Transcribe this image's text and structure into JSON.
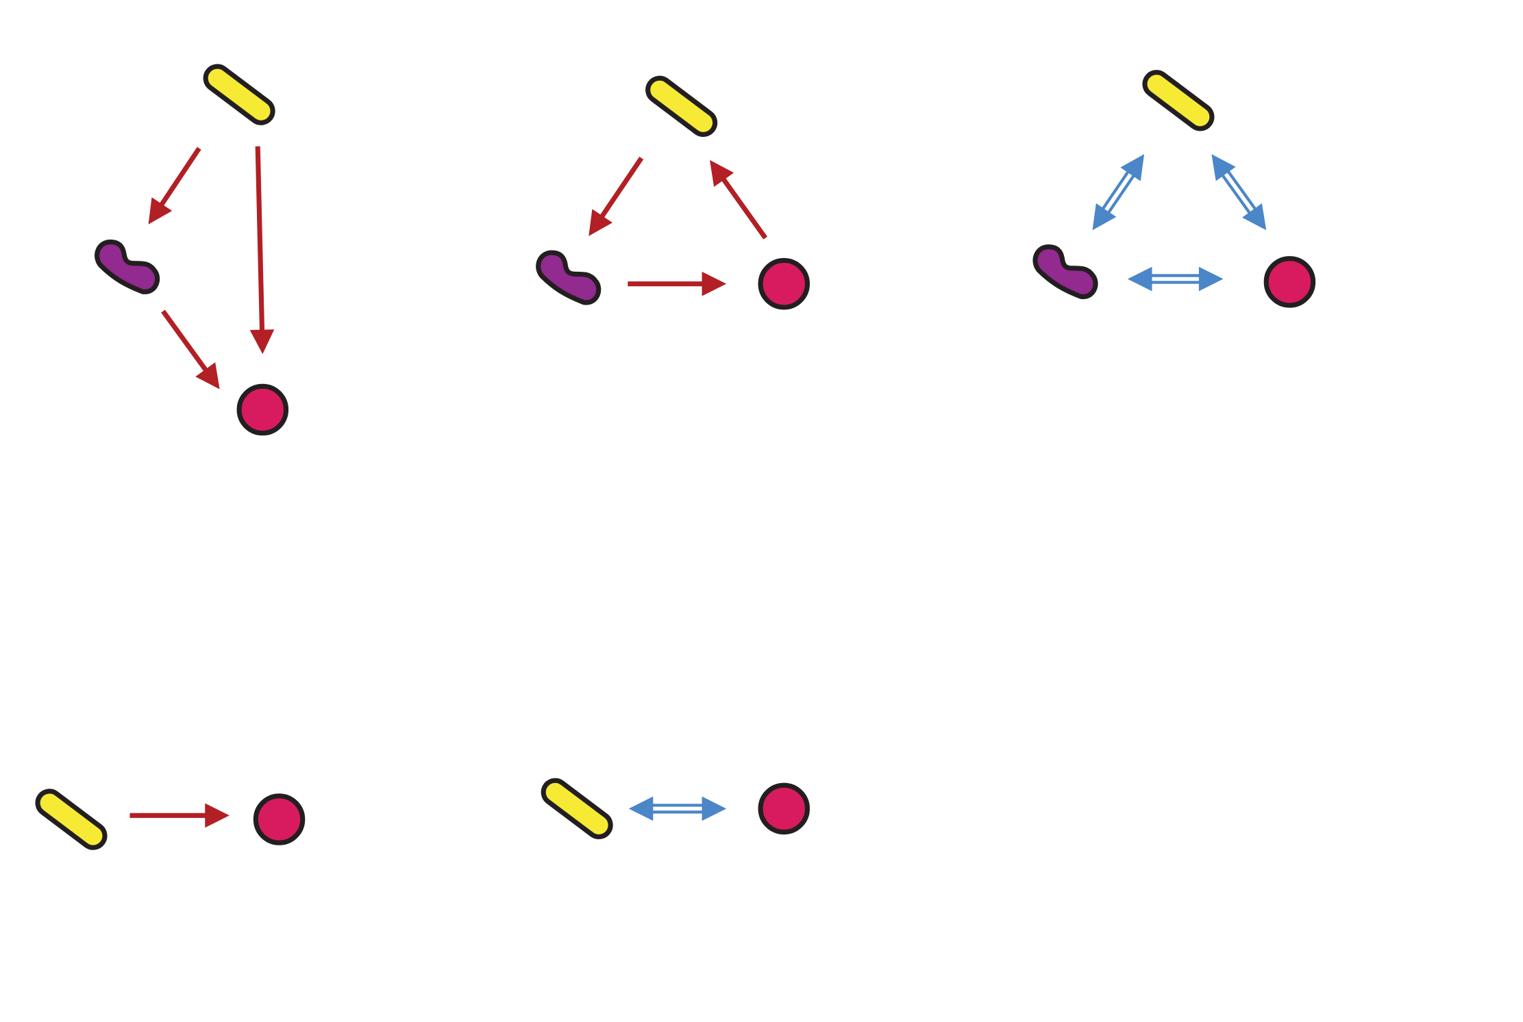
{
  "colors": {
    "background": "#ffffff",
    "outline": "#231f20",
    "rod": "#f7ea35",
    "curved": "#922a8f",
    "sphere": "#d81b5e",
    "arrow_red": "#b21f24",
    "arrow_blue": "#4a86c8"
  },
  "shapes": [
    "rod",
    "curved-rod",
    "sphere"
  ],
  "arrow_types": [
    "one-way",
    "two-way"
  ],
  "panels": [
    {
      "id": "panel-1",
      "nodes": [
        "rod",
        "curved",
        "sphere"
      ],
      "edges": [
        {
          "from": "rod",
          "to": "curved",
          "kind": "one-way",
          "color": "#b21f24"
        },
        {
          "from": "rod",
          "to": "sphere",
          "kind": "one-way",
          "color": "#b21f24"
        },
        {
          "from": "curved",
          "to": "sphere",
          "kind": "one-way",
          "color": "#b21f24"
        }
      ]
    },
    {
      "id": "panel-2",
      "nodes": [
        "rod",
        "curved",
        "sphere"
      ],
      "edges": [
        {
          "from": "rod",
          "to": "curved",
          "kind": "one-way",
          "color": "#b21f24"
        },
        {
          "from": "curved",
          "to": "sphere",
          "kind": "one-way",
          "color": "#b21f24"
        },
        {
          "from": "sphere",
          "to": "rod",
          "kind": "one-way",
          "color": "#b21f24"
        }
      ]
    },
    {
      "id": "panel-3",
      "nodes": [
        "rod",
        "curved",
        "sphere"
      ],
      "edges": [
        {
          "from": "rod",
          "to": "curved",
          "kind": "two-way",
          "color": "#4a86c8"
        },
        {
          "from": "rod",
          "to": "sphere",
          "kind": "two-way",
          "color": "#4a86c8"
        },
        {
          "from": "curved",
          "to": "sphere",
          "kind": "two-way",
          "color": "#4a86c8"
        }
      ]
    },
    {
      "id": "panel-4",
      "nodes": [
        "rod",
        "sphere"
      ],
      "edges": [
        {
          "from": "rod",
          "to": "sphere",
          "kind": "one-way",
          "color": "#b21f24"
        }
      ]
    },
    {
      "id": "panel-5",
      "nodes": [
        "rod",
        "sphere"
      ],
      "edges": [
        {
          "from": "rod",
          "to": "sphere",
          "kind": "two-way",
          "color": "#4a86c8"
        }
      ]
    }
  ]
}
